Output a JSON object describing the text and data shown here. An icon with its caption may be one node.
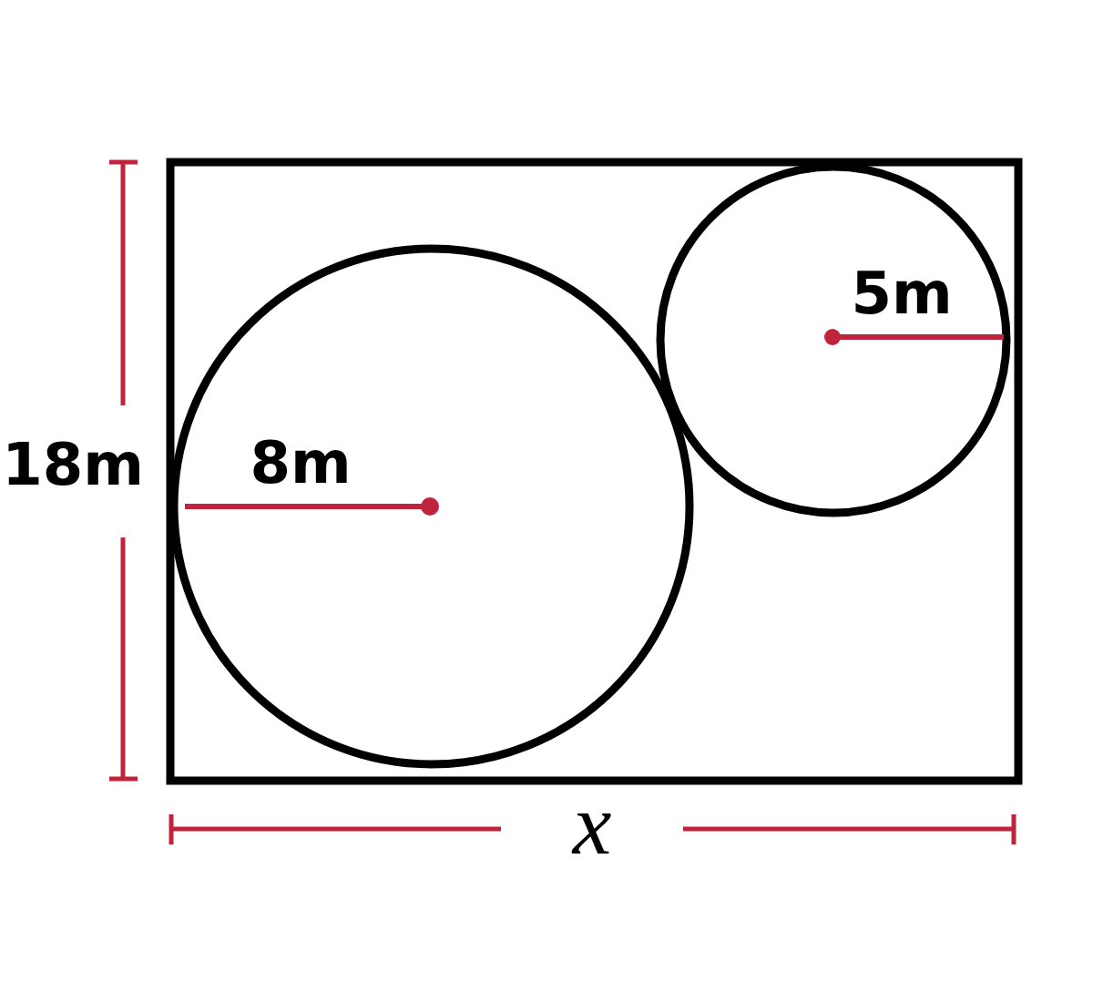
{
  "diagram": {
    "labels": [
      "18m",
      "8m",
      "5m",
      "x"
    ]
  }
}
